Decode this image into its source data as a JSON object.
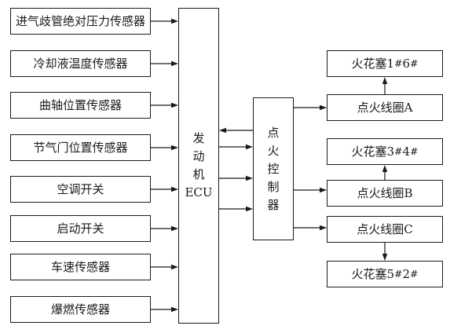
{
  "inputs": [
    {
      "id": "map-sensor",
      "label": "进气歧管绝对压力传感器"
    },
    {
      "id": "coolant-temp-sensor",
      "label": "冷却液温度传感器"
    },
    {
      "id": "crankshaft-position-sensor",
      "label": "曲轴位置传感器"
    },
    {
      "id": "throttle-position-sensor",
      "label": "节气门位置传感器"
    },
    {
      "id": "ac-switch",
      "label": "空调开关"
    },
    {
      "id": "start-switch",
      "label": "启动开关"
    },
    {
      "id": "vehicle-speed-sensor",
      "label": "车速传感器"
    },
    {
      "id": "knock-sensor",
      "label": "爆燃传感器"
    }
  ],
  "ecu": {
    "lines": [
      "发",
      "动",
      "机",
      "ECU"
    ]
  },
  "igniter": {
    "lines": [
      "点",
      "火",
      "控",
      "制",
      "器"
    ]
  },
  "coils": [
    {
      "id": "coil-a",
      "label": "点火线圈A"
    },
    {
      "id": "coil-b",
      "label": "点火线圈B"
    },
    {
      "id": "coil-c",
      "label": "点火线圈C"
    }
  ],
  "spark_plugs": [
    {
      "id": "spark-plug-1-6",
      "label": "火花塞1",
      "sup1": "#",
      "num2": "6",
      "sup2": "#"
    },
    {
      "id": "spark-plug-3-4",
      "label": "火花塞3",
      "sup1": "#",
      "num2": "4",
      "sup2": "#"
    },
    {
      "id": "spark-plug-5-2",
      "label": "火花塞5",
      "sup1": "#",
      "num2": "2",
      "sup2": "#"
    }
  ]
}
